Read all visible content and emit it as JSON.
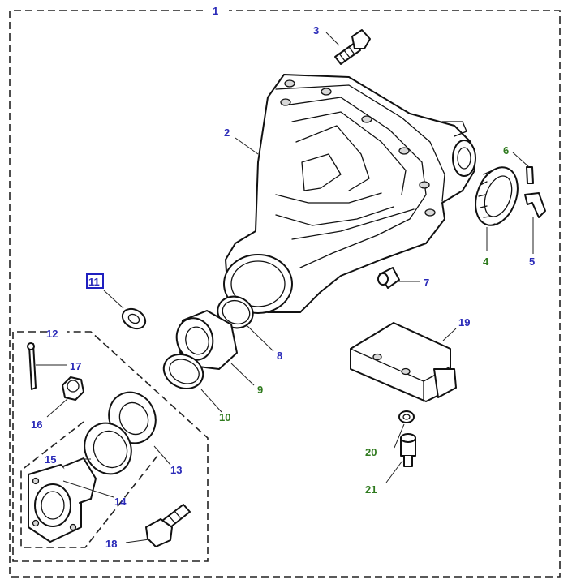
{
  "diagram": {
    "colors": {
      "callout_blue": "#2a2ab8",
      "callout_green": "#2f7a1e",
      "highlight": "#1f1fc0"
    },
    "callouts": {
      "c1": "1",
      "c2": "2",
      "c3": "3",
      "c4": "4",
      "c5": "5",
      "c6": "6",
      "c7": "7",
      "c8": "8",
      "c9": "9",
      "c10": "10",
      "c11": "11",
      "c12": "12",
      "c13": "13",
      "c14": "14",
      "c15": "15",
      "c16": "16",
      "c17": "17",
      "c18": "18",
      "c19": "19",
      "c20": "20",
      "c21": "21"
    },
    "highlighted_callout": "11"
  }
}
